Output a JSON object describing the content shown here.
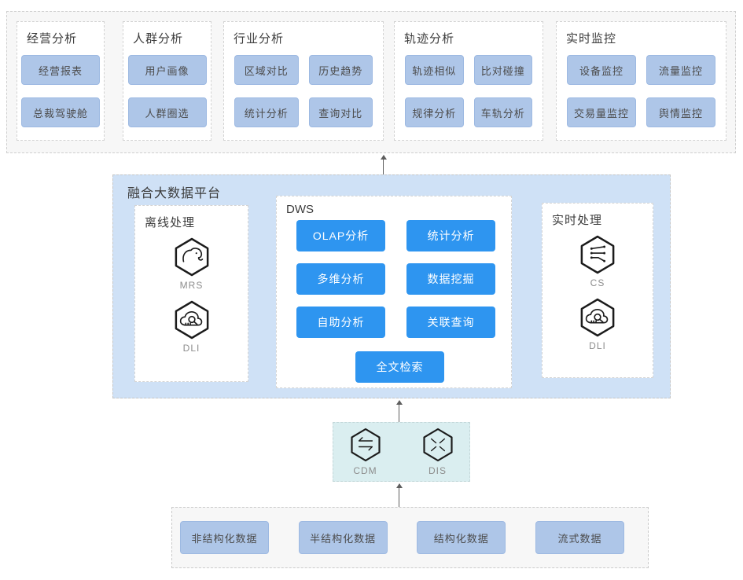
{
  "top": {
    "groups": [
      {
        "title": "经营分析",
        "buttons": [
          "经营报表",
          "总裁驾驶舱"
        ]
      },
      {
        "title": "人群分析",
        "buttons": [
          "用户画像",
          "人群圈选"
        ]
      },
      {
        "title": "行业分析",
        "buttons": [
          "区域对比",
          "历史趋势",
          "统计分析",
          "查询对比"
        ]
      },
      {
        "title": "轨迹分析",
        "buttons": [
          "轨迹相似",
          "比对碰撞",
          "规律分析",
          "车轨分析"
        ]
      },
      {
        "title": "实时监控",
        "buttons": [
          "设备监控",
          "流量监控",
          "交易量监控",
          "舆情监控"
        ]
      }
    ]
  },
  "platform": {
    "title": "融合大数据平台",
    "offline": {
      "title": "离线处理",
      "services": [
        {
          "label": "MRS",
          "icon": "mrs-icon"
        },
        {
          "label": "DLI",
          "icon": "dli-icon"
        }
      ]
    },
    "dws": {
      "title": "DWS",
      "left_buttons": [
        "OLAP分析",
        "多维分析",
        "自助分析"
      ],
      "right_buttons": [
        "统计分析",
        "数据挖掘",
        "关联查询"
      ],
      "bottom_button": "全文检索"
    },
    "realtime": {
      "title": "实时处理",
      "services": [
        {
          "label": "CS",
          "icon": "cs-icon"
        },
        {
          "label": "DLI",
          "icon": "dli-icon"
        }
      ]
    }
  },
  "ingestion": {
    "services": [
      {
        "label": "CDM",
        "icon": "cdm-icon"
      },
      {
        "label": "DIS",
        "icon": "dis-icon"
      }
    ]
  },
  "sources": {
    "buttons": [
      "非结构化数据",
      "半结构化数据",
      "结构化数据",
      "流式数据"
    ]
  },
  "colors": {
    "accent_blue": "#2e95f0",
    "light_node": "#aec6e8",
    "light_node_border": "#9db9e2",
    "platform_bg": "#cfe1f6",
    "ingestion_bg": "#daeef0",
    "section_bg": "#f7f7f7",
    "arrow": "#5e5e5e"
  }
}
